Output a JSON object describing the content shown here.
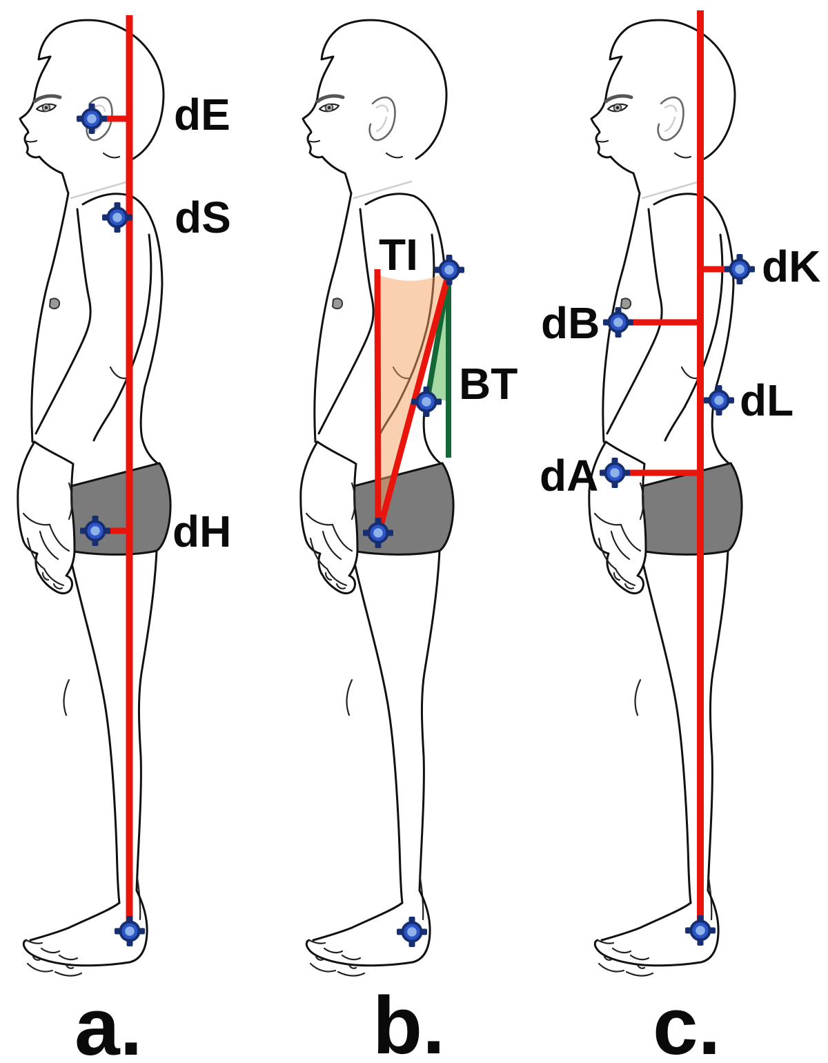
{
  "labels": {
    "dE": "dE",
    "dS": "dS",
    "dH": "dH",
    "TI": "TI",
    "BT": "BT",
    "dK": "dK",
    "dB": "dB",
    "dL": "dL",
    "dA": "dA"
  },
  "panel_letters": {
    "a": "a.",
    "b": "b.",
    "c": "c."
  },
  "colors": {
    "plumb_line_red": "#e9150d",
    "marker_ring_blue": "#172f70",
    "marker_fill_blue": "#2b55c8",
    "marker_core_blue": "#8fb2e8",
    "trunk_incline_orange": "#f5a163",
    "bt_dark_green": "#166738",
    "bt_light_green": "#4eb449",
    "briefs_gray": "#7b7b7b"
  }
}
